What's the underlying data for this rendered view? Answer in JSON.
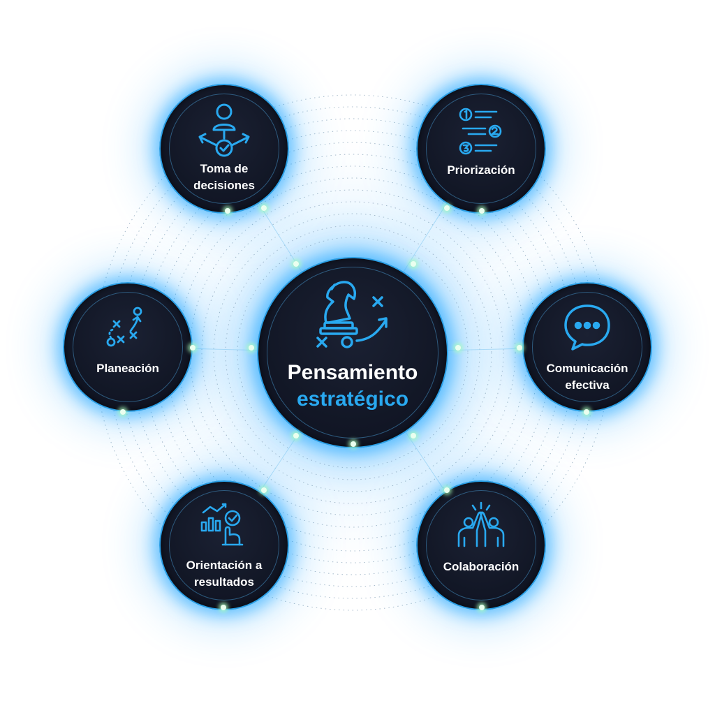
{
  "colors": {
    "accent": "#29a9f0",
    "node_background": "#131828",
    "glow": "#1aa2ff",
    "dot": "#c6ffd2"
  },
  "center": {
    "line1": "Pensamiento",
    "line2": "estratégico",
    "icon": "chess-knight-strategy-icon"
  },
  "nodes": [
    {
      "id": "toma-de-decisiones",
      "line1": "Toma de",
      "line2": "decisiones",
      "icon": "decision-person-arrows-icon"
    },
    {
      "id": "priorizacion",
      "line1": "Priorización",
      "line2": "",
      "icon": "numbered-list-icon"
    },
    {
      "id": "planeacion",
      "line1": "Planeación",
      "line2": "",
      "icon": "play-diagram-icon"
    },
    {
      "id": "comunicacion-efectiva",
      "line1": "Comunicación",
      "line2": "efectiva",
      "icon": "speech-bubble-icon"
    },
    {
      "id": "orientacion-a-resultados",
      "line1": "Orientación a",
      "line2": "resultados",
      "icon": "results-chart-hand-icon"
    },
    {
      "id": "colaboracion",
      "line1": "Colaboración",
      "line2": "",
      "icon": "high-five-icon"
    }
  ]
}
